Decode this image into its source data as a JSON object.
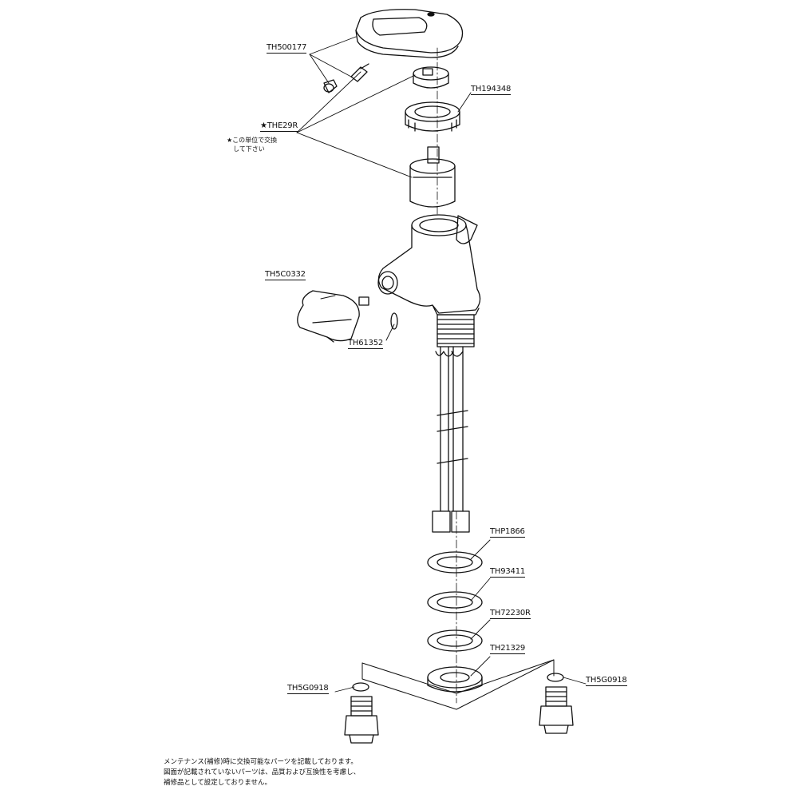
{
  "parts": {
    "th500177": "TH500177",
    "th194348": "TH194348",
    "the29r": "★THE29R",
    "th5c0332": "TH5C0332",
    "th61352": "TH61352",
    "thp1866": "THP1866",
    "th93411": "TH93411",
    "th72230r": "TH72230R",
    "th21329": "TH21329",
    "th5g0918_left": "TH5G0918",
    "th5g0918_right": "TH5G0918"
  },
  "notes": {
    "unit_replace_line1": "★この単位で交換",
    "unit_replace_line2": "して下さい"
  },
  "footer": {
    "line1": "メンテナンス(補修)時に交換可能なパーツを記載しております。",
    "line2": "図面が記載されていないパーツは、品質および互換性を考慮し、",
    "line3": "補修品として設定しておりません。"
  },
  "colors": {
    "line": "#111111",
    "background": "#ffffff"
  }
}
